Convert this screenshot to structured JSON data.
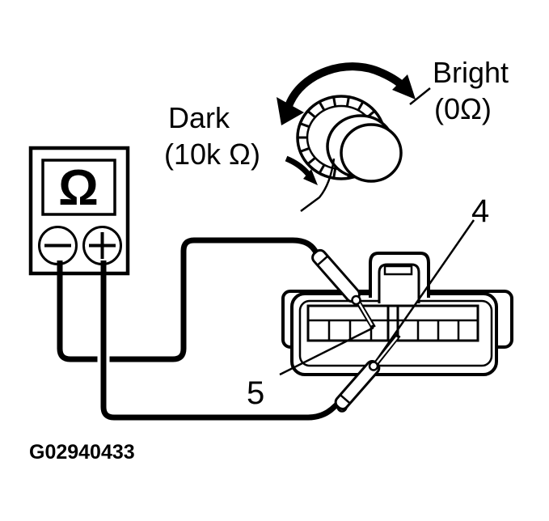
{
  "figure": {
    "id": "G02940433"
  },
  "meter": {
    "display_symbol": "Ω",
    "negative_terminal_symbol": "−",
    "positive_terminal_symbol": "+"
  },
  "dial": {
    "dark_label": "Dark",
    "dark_value": "(10k Ω)",
    "bright_label": "Bright",
    "bright_value": "(0Ω)"
  },
  "connector": {
    "terminal_upper_label": "4",
    "terminal_lower_label": "5"
  },
  "colors": {
    "line": "#000000",
    "background": "#ffffff"
  }
}
